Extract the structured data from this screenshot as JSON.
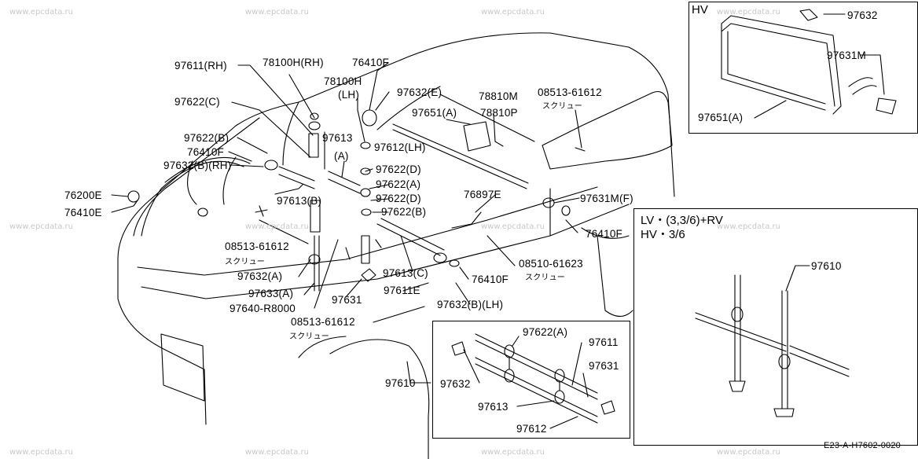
{
  "watermark": "www.epcdata.ru",
  "diagram_code": "E23-A-H7602-0020",
  "variant_hv": "HV",
  "variant_lv_line1": "LV・(3,3/6)+RV",
  "variant_lv_line2": "HV・3/6",
  "screw_kana": "スクリュー",
  "labels": {
    "p97611_rh": "97611(RH)",
    "p78100h_rh": "78100H(RH)",
    "p76410f_top": "76410F",
    "p78100h_lh_a": "78100H",
    "p78100h_lh_b": "(LH)",
    "p97632e": "97632(E)",
    "p78810m": "78810M",
    "p97622c": "97622(C)",
    "p97651a": "97651(A)",
    "p78810p": "78810P",
    "p08513_top": "08513-61612",
    "p97613_a1": "97613",
    "p97613_a2": "(A)",
    "p97612lh": "97612(LH)",
    "p97622b_left": "97622(B)",
    "p76410f_left": "76410F",
    "p97632b_rh": "97632(B)(RH)",
    "p97622d_1": "97622(D)",
    "p97622a_main": "97622(A)",
    "p97622d_2": "97622(D)",
    "p97622b_mid": "97622(B)",
    "p76897e": "76897E",
    "p97631m_f": "97631M(F)",
    "p76200e": "76200E",
    "p76410e": "76410E",
    "p97613b": "97613(B)",
    "p76410f_right": "76410F",
    "p08513_left": "08513-61612",
    "p08510": "08510-61623",
    "p97632a": "97632(A)",
    "p97613c": "97613(C)",
    "p76410f_mid": "76410F",
    "p97633a": "97633(A)",
    "p97631_main": "97631",
    "p97611e": "97611E",
    "p97632b_lh": "97632(B)(LH)",
    "p97640": "97640-R8000",
    "p08513_bottom": "08513-61612",
    "p97610_main": "97610",
    "hv_97632": "97632",
    "hv_97631m": "97631M",
    "hv_97651a": "97651(A)",
    "inset_97622a": "97622(A)",
    "inset_97611": "97611",
    "inset_97631": "97631",
    "inset_97632": "97632",
    "inset_97613": "97613",
    "inset_97612": "97612",
    "lv_97610": "97610"
  }
}
